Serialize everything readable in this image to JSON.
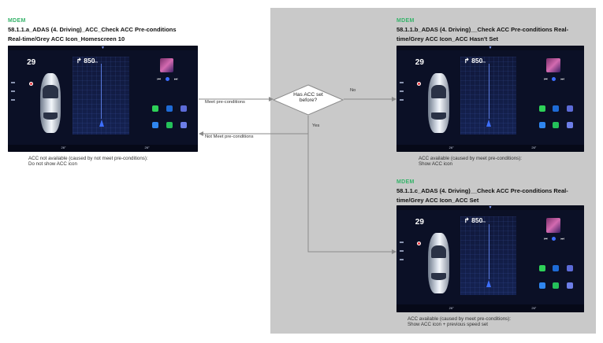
{
  "brand_label": "MDEM",
  "flows": [
    {
      "tag": "MDEM",
      "title_line1": "58.1.1.a_ADAS (4. Driving)_ACC_Check ACC Pre-conditions",
      "title_line2": "Real-time/Grey ACC Icon_Homescreen 10",
      "caption_line1": "ACC not available (caused by not meet pre-conditions):",
      "caption_line2": "Do not show ACC icon"
    },
    {
      "tag": "MDEM",
      "title_line1": "58.1.1.b_ADAS (4. Driving)__Check ACC Pre-conditions Real-",
      "title_line2": "time/Grey ACC Icon_ACC Hasn't Set",
      "caption_line1": "ACC available (caused by meet pre-conditions):",
      "caption_line2": "Show ACC icon"
    },
    {
      "tag": "MDEM",
      "title_line1": "58.1.1.c_ADAS (4. Driving)__Check ACC Pre-conditions Real-",
      "title_line2": "time/Grey ACC Icon_ACC Set",
      "caption_line1": "ACC available (caused by meet pre-conditions):",
      "caption_line2": "Show ACC icon + previous speed set"
    }
  ],
  "decision": {
    "line1": "Has ACC set",
    "line2": "before?"
  },
  "edges": {
    "meet": "Meet pre-conditions",
    "not_meet": "Not Meet pre-conditions",
    "no": "No",
    "yes": "Yes"
  },
  "screen": {
    "time": "29",
    "speed": "850",
    "speed_unit": "m",
    "temp": "26°"
  },
  "colors": {
    "panel": "#c9c9c9",
    "tag": "#36b36a",
    "screen_bg": "#0b1026",
    "arrow": "#8a8a8a"
  }
}
